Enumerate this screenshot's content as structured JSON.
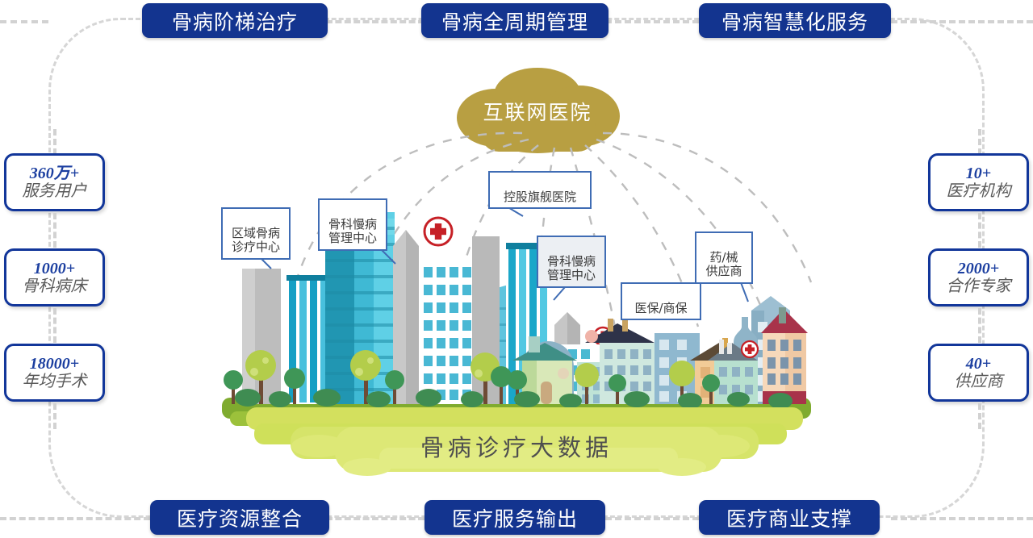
{
  "diagram": {
    "title_top_banners": [
      {
        "label": "骨病阶梯治疗"
      },
      {
        "label": "骨病全周期管理"
      },
      {
        "label": "骨病智慧化服务"
      }
    ],
    "bottom_banners": [
      {
        "label": "医疗资源整合"
      },
      {
        "label": "医疗服务输出"
      },
      {
        "label": "医疗商业支撑"
      }
    ],
    "left_stats": [
      {
        "value": "360万+",
        "label": "服务用户"
      },
      {
        "value": "1000+",
        "label": "骨科病床"
      },
      {
        "value": "18000+",
        "label": "年均手术"
      }
    ],
    "right_stats": [
      {
        "value": "10+",
        "label": "医疗机构"
      },
      {
        "value": "2000+",
        "label": "合作专家"
      },
      {
        "value": "40+",
        "label": "供应商"
      }
    ],
    "cloud": {
      "label": "互联网医院"
    },
    "callouts": [
      {
        "label": "区域骨病\n诊疗中心"
      },
      {
        "label": "骨科慢病\n管理中心"
      },
      {
        "label": "控股旗舰医院"
      },
      {
        "label": "骨科慢病\n管理中心"
      },
      {
        "label": "医保/商保"
      },
      {
        "label": "药/械\n供应商"
      }
    ],
    "bigdata": {
      "label": "骨病诊疗大数据"
    },
    "colors": {
      "banner_blue": "#13348f",
      "stat_border": "#12369a",
      "stat_value": "#1c3fa0",
      "cloud_gold": "#b89f42",
      "ground_green": "#7fab2f",
      "ribbon_green": "#ccdd55",
      "callout_border": "#3f6cb4",
      "dashed_gray": "#d2d2d2"
    }
  }
}
